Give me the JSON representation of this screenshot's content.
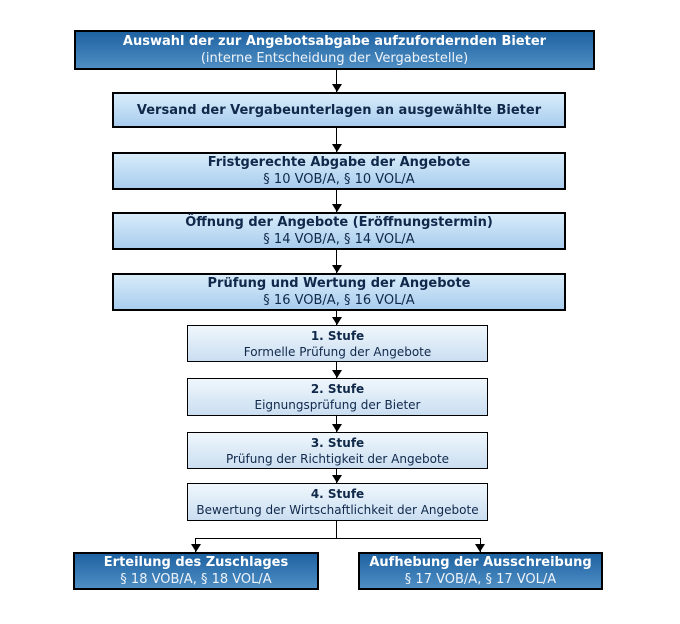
{
  "flow": {
    "boxes": {
      "auswahl": {
        "line1": "Auswahl der zur Angebotsabgabe aufzufordernden Bieter",
        "line2": "(interne Entscheidung der Vergabestelle)"
      },
      "versand": {
        "line1": "Versand der Vergabeunterlagen an ausgewählte Bieter"
      },
      "abgabe": {
        "line1": "Fristgerechte Abgabe der Angebote",
        "line2": "§ 10 VOB/A, § 10 VOL/A"
      },
      "oeffnung": {
        "line1": "Öffnung der Angebote (Eröffnungstermin)",
        "line2": "§ 14 VOB/A, § 14 VOL/A"
      },
      "pruefung": {
        "line1": "Prüfung und Wertung der Angebote",
        "line2": "§ 16 VOB/A, § 16 VOL/A"
      },
      "stufe1": {
        "line1": "1. Stufe",
        "line2": "Formelle Prüfung der Angebote"
      },
      "stufe2": {
        "line1": "2. Stufe",
        "line2": "Eignungsprüfung der Bieter"
      },
      "stufe3": {
        "line1": "3. Stufe",
        "line2": "Prüfung der Richtigkeit der Angebote"
      },
      "stufe4": {
        "line1": "4. Stufe",
        "line2": "Bewertung der Wirtschaftlichkeit der Angebote"
      },
      "zuschlag": {
        "line1": "Erteilung des Zuschlages",
        "line2": "§ 18 VOB/A, § 18 VOL/A"
      },
      "aufhebung": {
        "line1": "Aufhebung der Ausschreibung",
        "line2": "§ 17 VOB/A, § 17 VOL/A"
      }
    },
    "colors": {
      "dark_box_top": "#1e62a1",
      "dark_box_bottom": "#4e8ec3",
      "light_box_top": "#d8ecfa",
      "light_box_bottom": "#a9cdee",
      "stufe_box_top": "#f0f7fc",
      "stufe_box_bottom": "#cadef1",
      "border": "#000000",
      "dark_text": "#ffffff",
      "light_text": "#10294b"
    }
  }
}
